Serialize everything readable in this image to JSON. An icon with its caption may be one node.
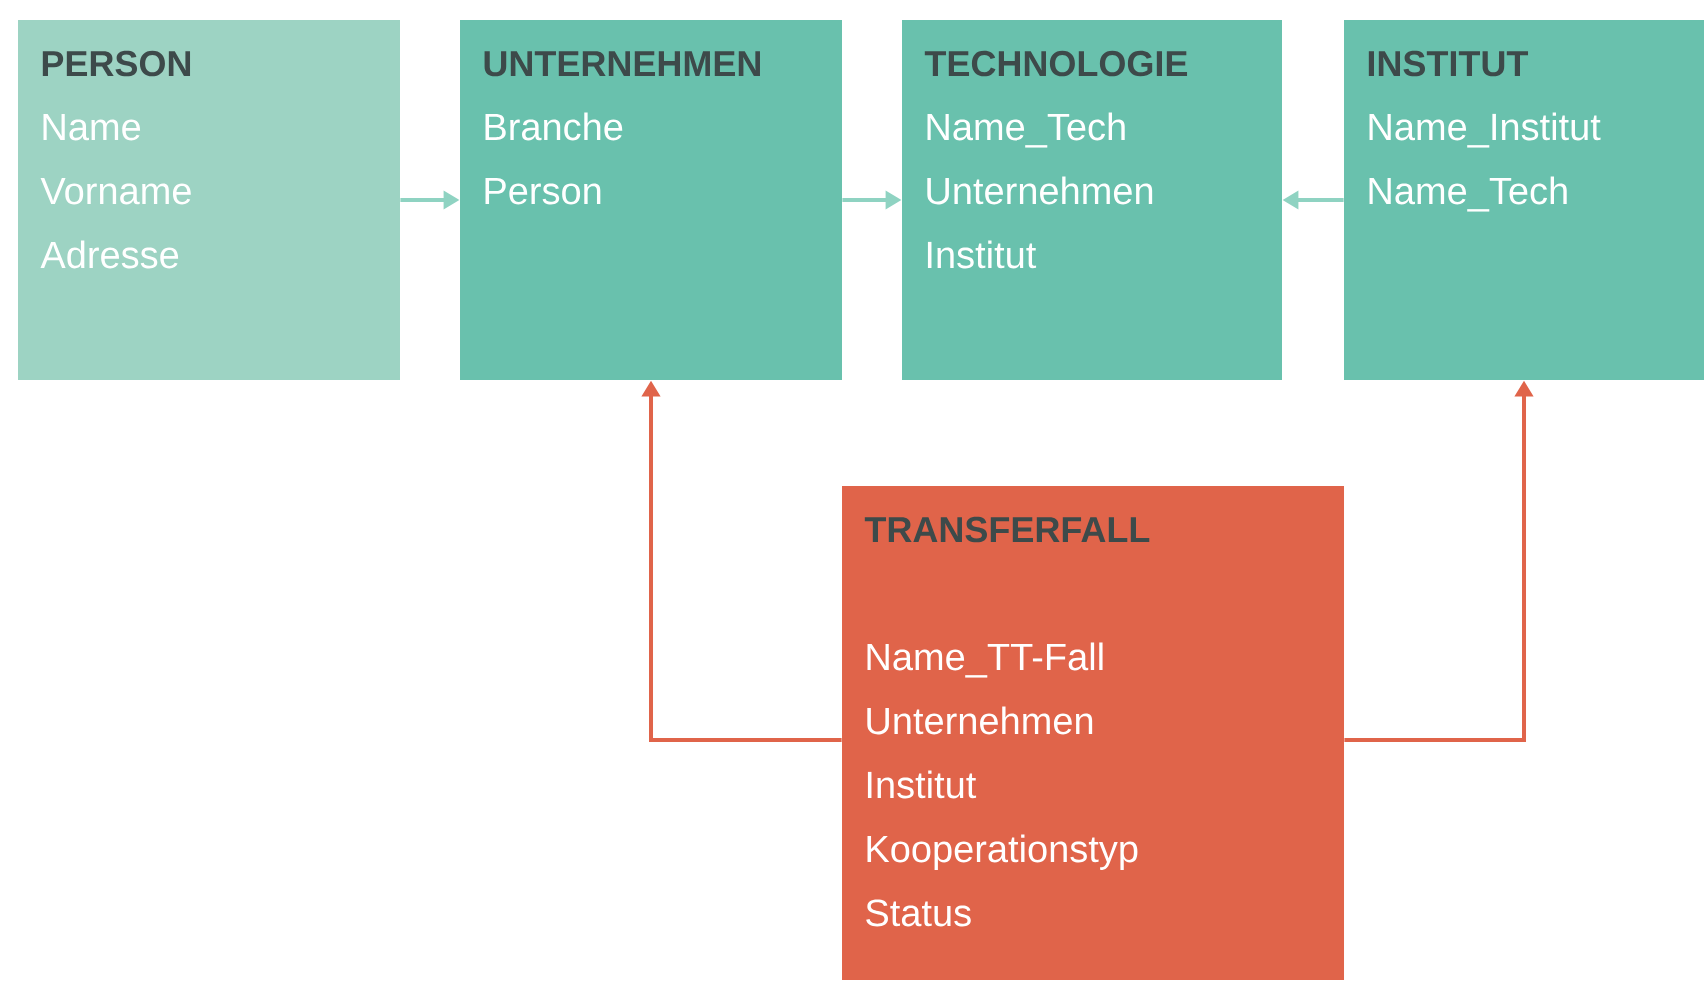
{
  "diagram": {
    "nodes": [
      {
        "text": [
          "PERSON",
          "Name",
          "Vorname",
          "Adresse"
        ]
      },
      {
        "text": [
          "UNTERNEHMEN",
          "Branche",
          "Person"
        ]
      },
      {
        "text": [
          "TECHNOLOGIE",
          "Name_Tech",
          "Unternehmen",
          "Institut"
        ]
      },
      {
        "text": [
          "INSTITUT",
          "Name_Institut",
          "Name_Tech"
        ]
      },
      {
        "text": [
          "TRANSFERFALL",
          "Name_TT-Fall",
          "Unternehmen",
          "Institut",
          "Kooperationstyp",
          "Status"
        ]
      }
    ],
    "edges": [
      {
        "from": 0,
        "to": 1,
        "arrow": "to"
      },
      {
        "from": 1,
        "to": 2,
        "arrow": "to"
      },
      {
        "from": 3,
        "to": 2,
        "arrow": "to"
      },
      {
        "from": 4,
        "to": 1,
        "arrow": "to",
        "color": "#e0644a"
      },
      {
        "from": 4,
        "to": 3,
        "arrow": "to",
        "color": "#e0644a"
      }
    ]
  }
}
